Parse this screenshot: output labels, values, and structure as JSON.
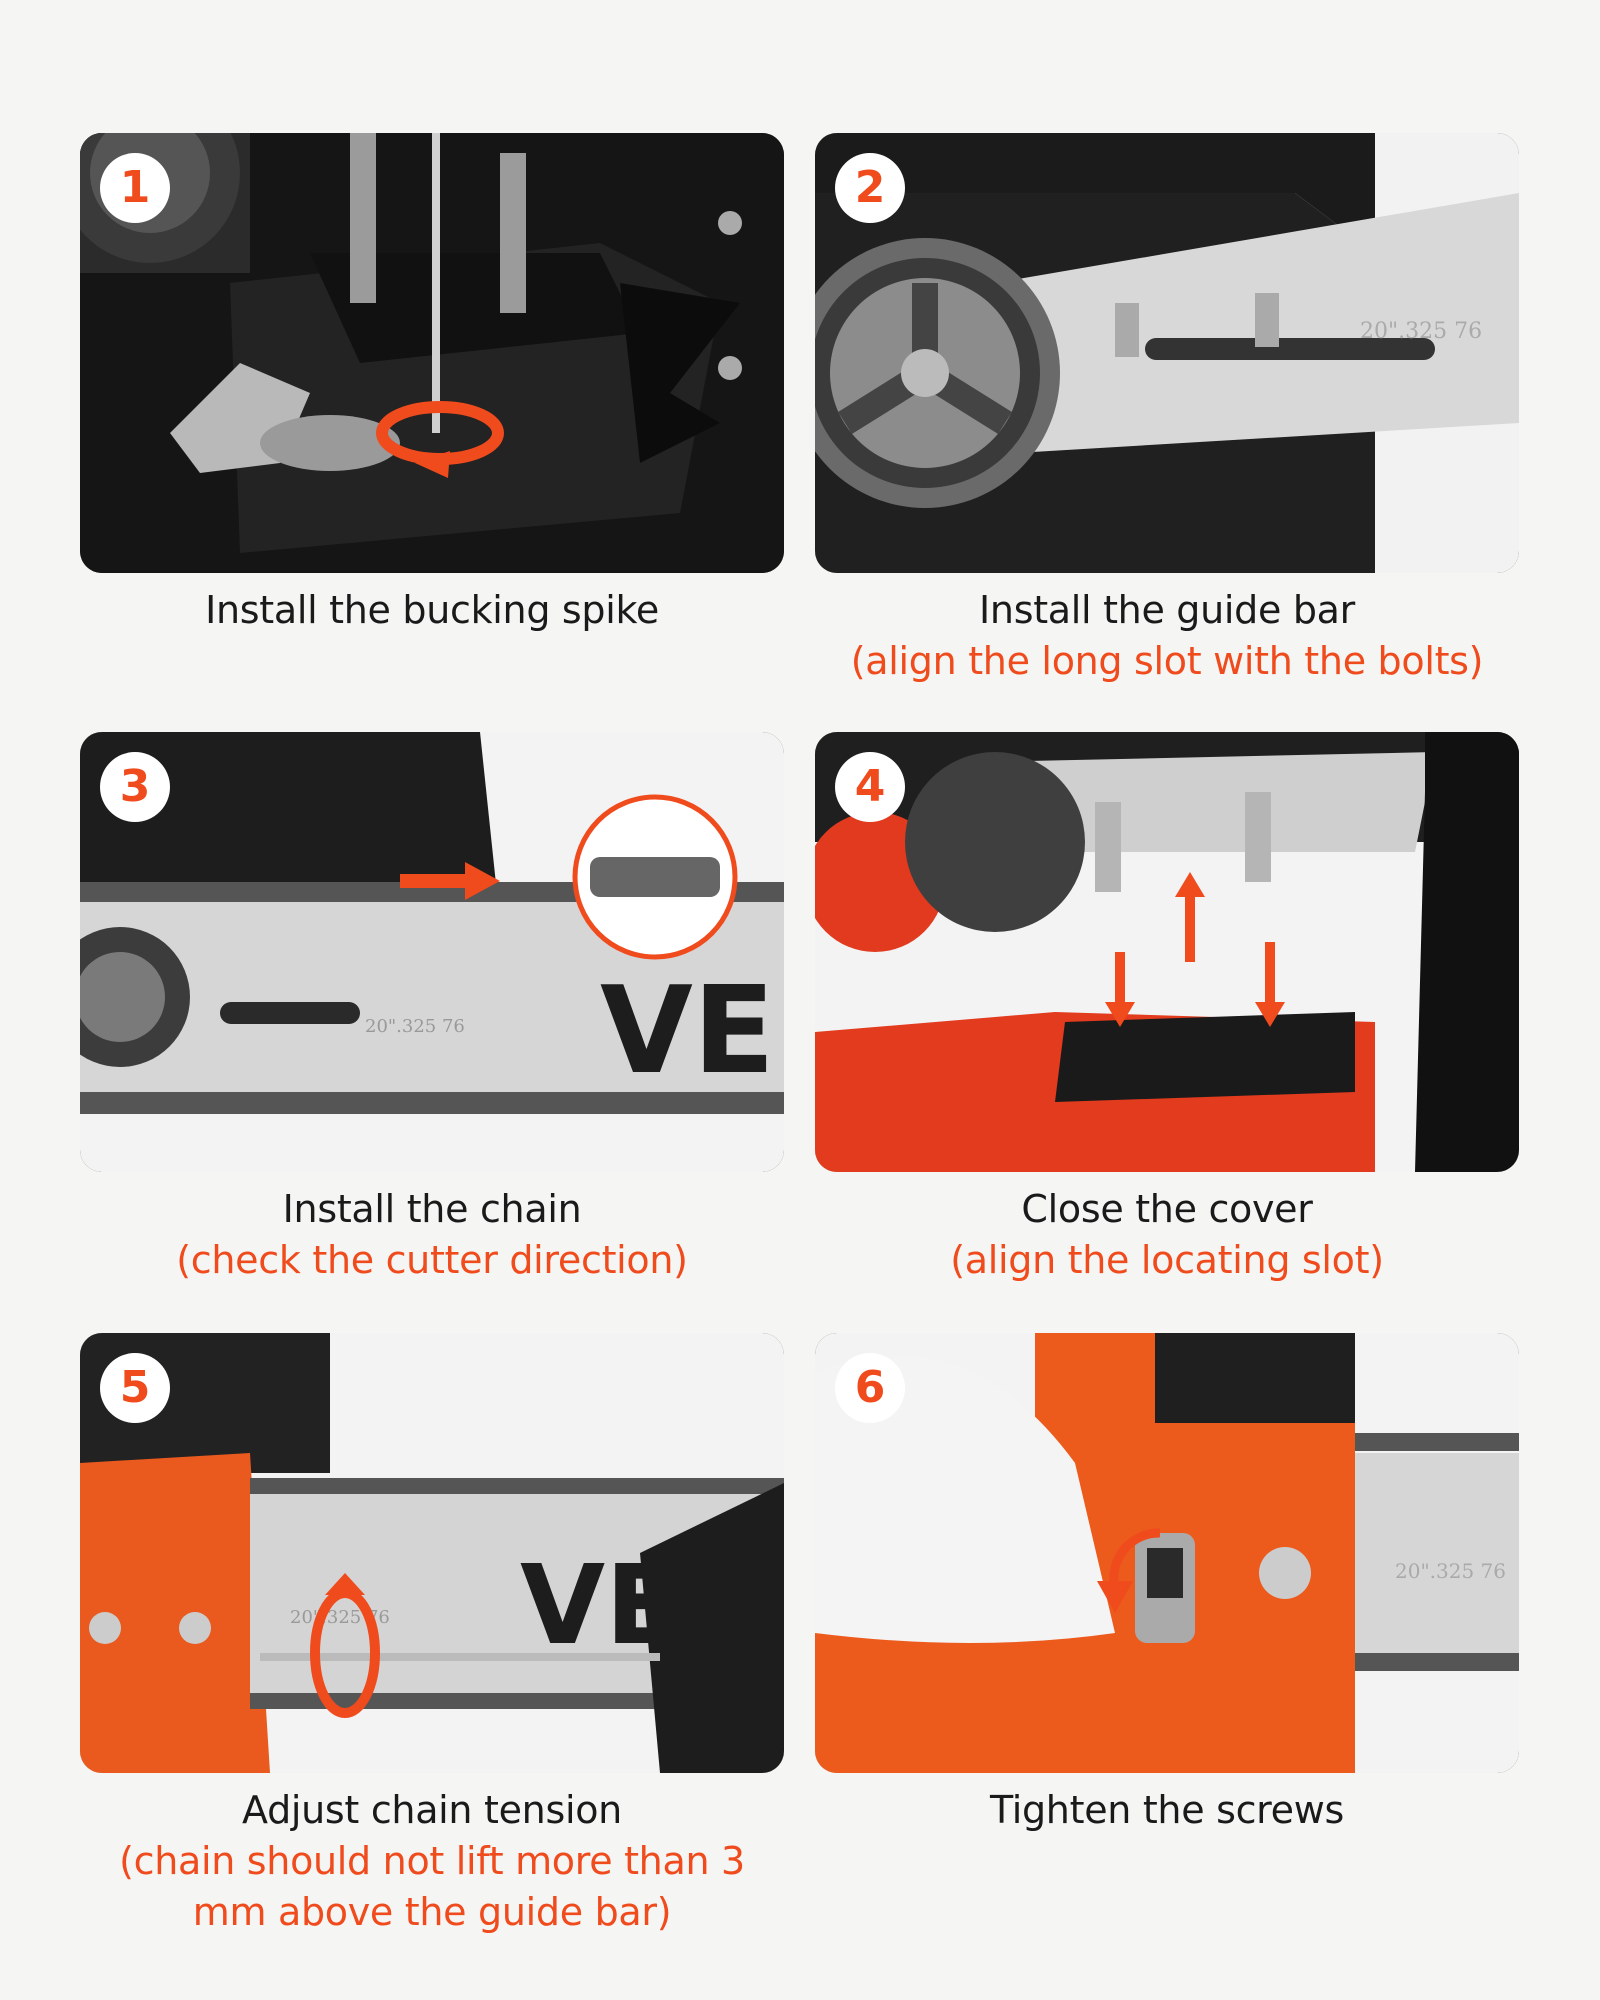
{
  "accent_color": "#f04b1d",
  "steps": [
    {
      "number": "1",
      "title": "Install the bucking spike",
      "note": ""
    },
    {
      "number": "2",
      "title": "Install the guide bar",
      "note": "(align the long slot with the bolts)"
    },
    {
      "number": "3",
      "title": "Install the chain",
      "note": "(check the cutter direction)"
    },
    {
      "number": "4",
      "title": "Close the cover",
      "note": "(align the locating slot)"
    },
    {
      "number": "5",
      "title": "Adjust chain tension",
      "note": "(chain should not lift more than 3 mm above the guide bar)"
    },
    {
      "number": "6",
      "title": "Tighten the screws",
      "note": ""
    }
  ],
  "bar_markings": {
    "spec": "20\".325 76",
    "brand_partial": "VE"
  }
}
